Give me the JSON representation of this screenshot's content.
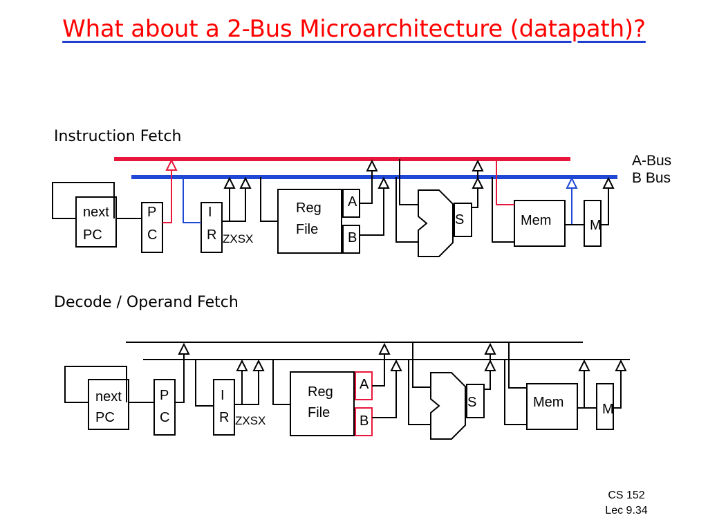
{
  "slide": {
    "title": "What about a 2-Bus Microarchitecture (datapath)?",
    "footer_line1": "CS 152",
    "footer_line2": "Lec 9.34"
  },
  "bus_labels": {
    "a_bus": "A-Bus",
    "b_bus": "B Bus"
  },
  "colors": {
    "title": "#ff0000",
    "underline": "#1f3fd0",
    "a_bus": "#e8163a",
    "b_bus": "#1f48d4",
    "highlight": "#e8163a"
  },
  "panels": [
    {
      "heading": "Instruction Fetch",
      "labels": {
        "next_pc_1": "next",
        "next_pc_2": "PC",
        "pc_1": "P",
        "pc_2": "C",
        "ir_1": "I",
        "ir_2": "R",
        "zxsx": "ZXSX",
        "regfile_1": "Reg",
        "regfile_2": "File",
        "reg_a": "A",
        "reg_b": "B",
        "s": "S",
        "mem": "Mem",
        "m": "M"
      }
    },
    {
      "heading": "Decode / Operand Fetch",
      "labels": {
        "next_pc_1": "next",
        "next_pc_2": "PC",
        "pc_1": "P",
        "pc_2": "C",
        "ir_1": "I",
        "ir_2": "R",
        "zxsx": "ZXSX",
        "regfile_1": "Reg",
        "regfile_2": "File",
        "reg_a": "A",
        "reg_b": "B",
        "s": "S",
        "mem": "Mem",
        "m": "M"
      }
    }
  ]
}
